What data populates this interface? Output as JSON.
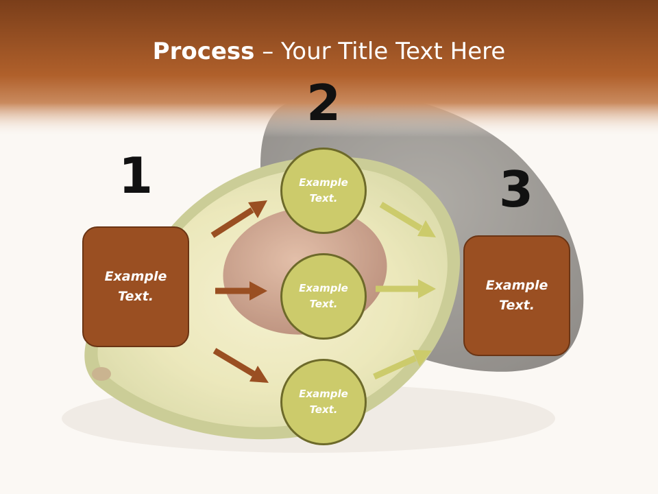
{
  "slide": {
    "title_bold": "Process",
    "title_dash": " – ",
    "title_rest": "Your Title Text Here"
  },
  "steps": {
    "one": "1",
    "two": "2",
    "three": "3"
  },
  "boxes": {
    "left": {
      "line1": "Example",
      "line2": "Text."
    },
    "right": {
      "line1": "Example",
      "line2": "Text."
    }
  },
  "circles": [
    {
      "line1": "Example",
      "line2": "Text."
    },
    {
      "line1": "Example",
      "line2": "Text."
    },
    {
      "line1": "Example",
      "line2": "Text."
    }
  ],
  "colors": {
    "header": "#b05c25",
    "box_fill": "#9a4f22",
    "circle_fill": "#cccb6b",
    "arrow_brown": "#9a4f22",
    "arrow_green": "#cccb6b"
  }
}
